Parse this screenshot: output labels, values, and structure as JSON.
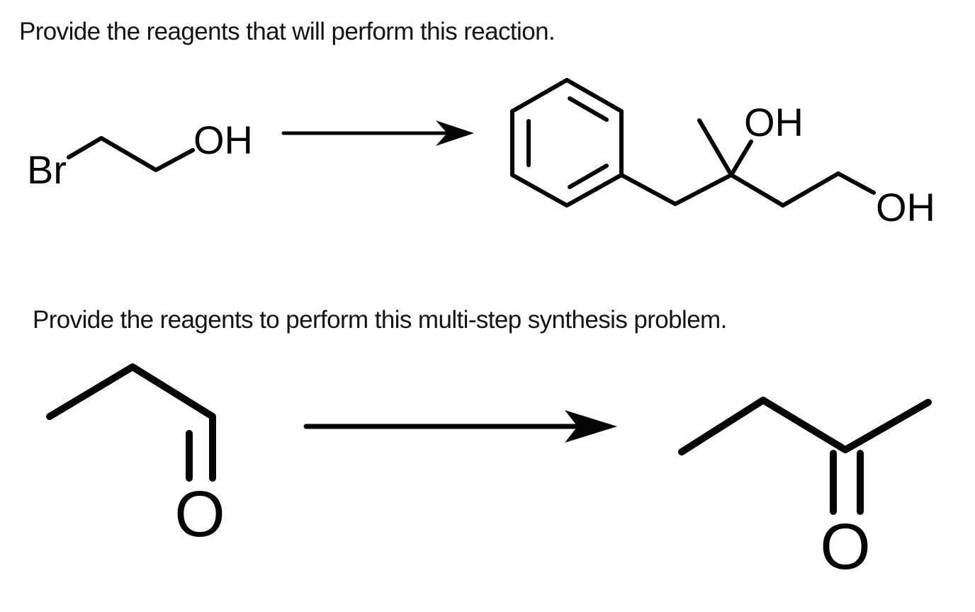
{
  "page": {
    "background_color": "#ffffff",
    "ink_color": "#050505"
  },
  "question_1": {
    "prompt": "Provide the reagents that will perform this reaction.",
    "reactant": {
      "br_label": "Br",
      "oh_label": "OH"
    },
    "product": {
      "oh_top_label": "OH",
      "oh_end_label": "OH"
    }
  },
  "question_2": {
    "prompt": "Provide the reagents to perform this multi-step synthesis problem.",
    "reactant": {
      "o_label": "O"
    },
    "product": {
      "o_label": "O"
    }
  }
}
